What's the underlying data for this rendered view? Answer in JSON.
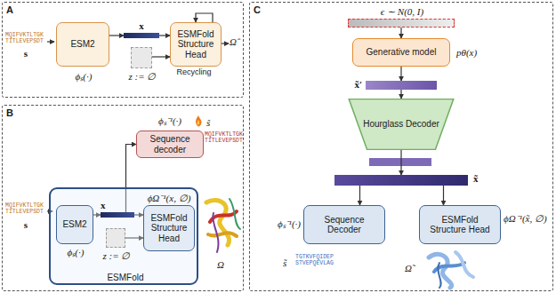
{
  "diagram": {
    "nodes": [
      {
        "text": [
          "A"
        ]
      },
      {
        "text": [
          "ESM2",
          "ϕₛ(·)"
        ],
        "in": 0
      },
      {
        "text": [
          "x"
        ],
        "in": 0
      },
      {
        "text": [
          "z := ∅"
        ],
        "in": 0
      },
      {
        "text": [
          "ESMFold Structure Head"
        ],
        "in": 0
      },
      {
        "text": [
          "B"
        ]
      },
      {
        "text": [
          "Sequence decoder",
          "ϕₛ⁻¹(·)"
        ],
        "in": 5
      },
      {
        "text": [
          "ESMFold"
        ],
        "in": 5
      },
      {
        "text": [
          "ESM2",
          "ϕₛ(·)"
        ],
        "in": 7
      },
      {
        "text": [
          "x"
        ],
        "in": 7
      },
      {
        "text": [
          "z := ∅"
        ],
        "in": 7
      },
      {
        "text": [
          "ESMFold Structure Head",
          "ϕΩ⁻¹(x, ∅)"
        ],
        "in": 7
      },
      {
        "text": [
          "C"
        ]
      },
      {
        "text": [
          "ϵ ∼ N(0, I)"
        ],
        "in": 12
      },
      {
        "text": [
          "Generative model",
          "pθ(x)"
        ],
        "in": 12
      },
      {
        "text": [
          "x̃′"
        ],
        "in": 12
      },
      {
        "text": [
          "Hourglass Decoder"
        ],
        "in": 12
      },
      {
        "text": [
          "x̃"
        ],
        "in": 12
      },
      {
        "text": [
          "Sequence Decoder",
          "ϕₛ⁻¹(·)"
        ],
        "in": 12
      },
      {
        "text": [
          "ESMFold Structure Head",
          "ϕΩ⁻¹(x̃, ∅)"
        ],
        "in": 12
      }
    ],
    "edges": [
      {
        "from": 1,
        "to": 2,
        "arrow": "to"
      },
      {
        "from": 2,
        "to": 4,
        "arrow": "to"
      },
      {
        "from": 3,
        "to": 4,
        "arrow": "to"
      },
      {
        "from": 4,
        "to": 4,
        "label": "Recycling",
        "arrow": "to"
      },
      {
        "from": 8,
        "to": 9,
        "arrow": "to"
      },
      {
        "from": 9,
        "to": 11,
        "arrow": "to"
      },
      {
        "from": 10,
        "to": 11,
        "arrow": "to"
      },
      {
        "from": 9,
        "to": 6,
        "arrow": "to"
      },
      {
        "from": 13,
        "to": 14,
        "arrow": "to"
      },
      {
        "from": 14,
        "to": 15,
        "arrow": "to"
      },
      {
        "from": 15,
        "to": 16,
        "arrow": "to"
      },
      {
        "from": 16,
        "to": 17,
        "arrow": "to"
      },
      {
        "from": 17,
        "to": 18,
        "arrow": "to"
      },
      {
        "from": 17,
        "to": 19,
        "arrow": "to"
      }
    ],
    "labels": [
      "MQIFVKTLTGK TITLEVEPSDT",
      "s",
      "Ω̂",
      "MQIFVKTLTGK TITLEVEPSDT",
      "s",
      "ŝ",
      "MQIFVKTLTGK TITLEVEPSDT",
      "Ω",
      "s̃",
      "TGTKVFQIDEP STVEPQEVLAG",
      "Ω̃"
    ]
  }
}
